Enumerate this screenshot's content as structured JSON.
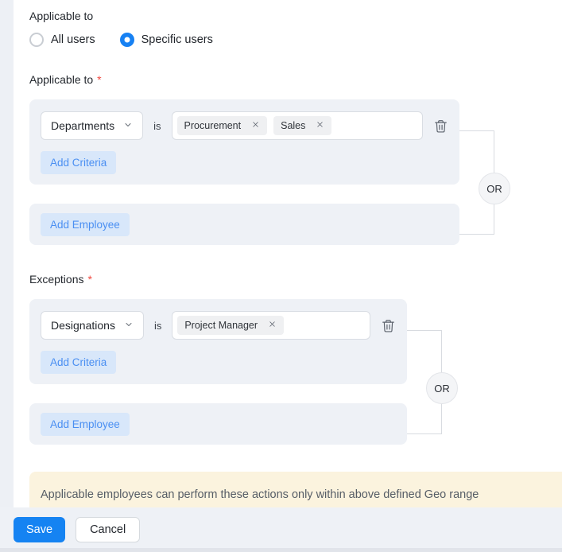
{
  "radio_group": {
    "label": "Applicable to",
    "options": [
      {
        "label": "All users",
        "selected": false
      },
      {
        "label": "Specific users",
        "selected": true
      }
    ]
  },
  "sections": [
    {
      "label": "Applicable to",
      "required_marker": "*",
      "criteria": {
        "field": "Departments",
        "operator": "is",
        "tags": [
          "Procurement",
          "Sales"
        ]
      },
      "add_criteria_label": "Add Criteria",
      "or_label": "OR",
      "add_employee_label": "Add Employee"
    },
    {
      "label": "Exceptions",
      "required_marker": "*",
      "criteria": {
        "field": "Designations",
        "operator": "is",
        "tags": [
          "Project Manager"
        ]
      },
      "add_criteria_label": "Add Criteria",
      "or_label": "OR",
      "add_employee_label": "Add Employee"
    }
  ],
  "note": {
    "text": "Applicable employees can perform these actions only within above defined Geo range"
  },
  "footer": {
    "save_label": "Save",
    "cancel_label": "Cancel"
  },
  "icons": {
    "chevron_down": "chevron-down-icon",
    "close": "close-icon",
    "trash": "trash-icon"
  },
  "colors": {
    "accent_blue": "#1583f2",
    "radio_selected": "#1781f3",
    "link_blue": "#4a8ff2",
    "add_button_bg": "#d8e7fa",
    "panel_gray": "#eef1f6",
    "tag_gray": "#eff0f2",
    "note_yellow": "#fbf3de",
    "required_red": "#f1483f"
  }
}
